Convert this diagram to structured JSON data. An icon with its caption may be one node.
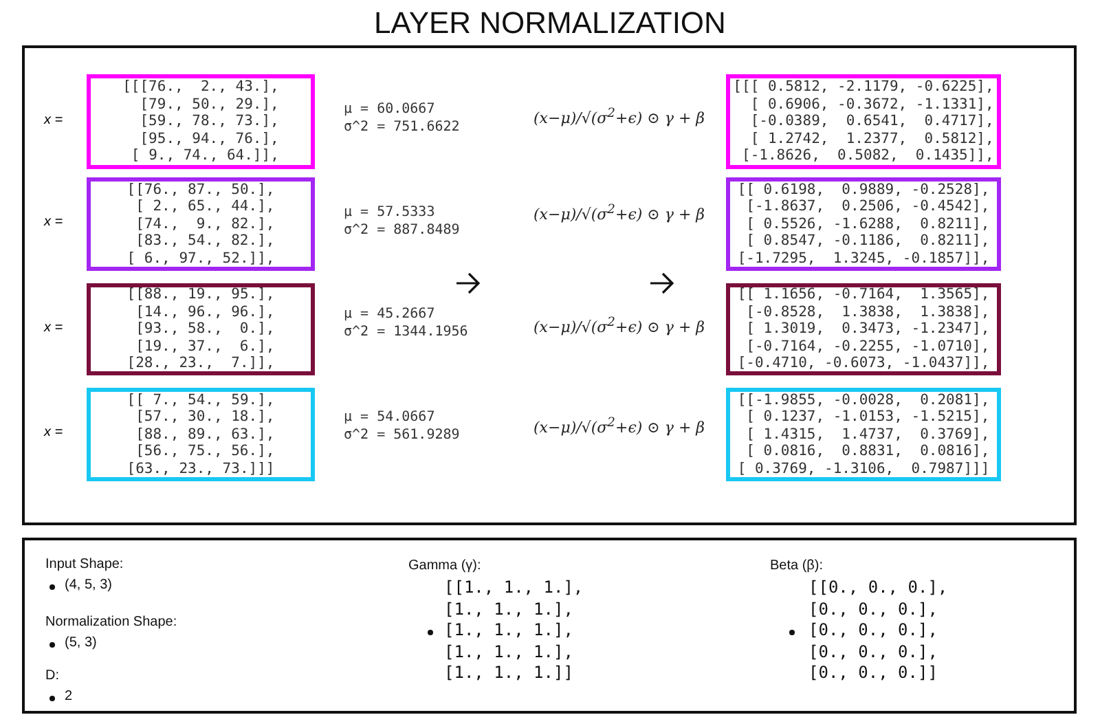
{
  "diagram": {
    "title": "LAYER NORMALIZATION",
    "nodes": [
      {
        "text": [
          "[[[76.,  2., 43.], [79., 50., 29.], [59., 78., 73.], [95., 94., 76.], [ 9., 74., 64.]],"
        ],
        "beside": [
          "x ="
        ]
      },
      {
        "text": [
          "[[76., 87., 50.], [ 2., 65., 44.], [74.,  9., 82.], [83., 54., 82.], [ 6., 97., 52.]],"
        ],
        "beside": [
          "x ="
        ]
      },
      {
        "text": [
          "[[88., 19., 95.], [14., 96., 96.], [93., 58.,  0.], [19., 37.,  6.], [28., 23.,  7.]],"
        ],
        "beside": [
          "x ="
        ]
      },
      {
        "text": [
          "[[ 7., 54., 59.], [57., 30., 18.], [88., 89., 63.], [56., 75., 56.], [63., 23., 73.]]]"
        ],
        "beside": [
          "x ="
        ]
      },
      {
        "text": [
          "[[[ 0.5812, -2.1179, -0.6225], [ 0.6906, -0.3672, -1.1331], [-0.0389,  0.6541,  0.4717], [ 1.2742,  1.2377,  0.5812], [-1.8626,  0.5082,  0.1435]],"
        ]
      },
      {
        "text": [
          "[[ 0.6198,  0.9889, -0.2528], [-1.8637,  0.2506, -0.4542], [ 0.5526, -1.6288,  0.8211], [ 0.8547, -0.1186,  0.8211], [-1.7295,  1.3245, -0.1857]],"
        ]
      },
      {
        "text": [
          "[[ 1.1656, -0.7164,  1.3565], [-0.8528,  1.3838,  1.3838], [ 1.3019,  0.3473, -1.2347], [-0.7164, -0.2255, -1.0710], [-0.4710, -0.6073, -1.0437]],"
        ]
      },
      {
        "text": [
          "[[-1.9855, -0.0028,  0.2081], [ 0.1237, -1.0153, -1.5215], [ 1.4315,  1.4737,  0.3769], [ 0.0816,  0.8831,  0.0816], [ 0.3769, -1.3106,  0.7987]]]"
        ]
      }
    ],
    "labels": [
      "μ = 60.0667",
      "σ^2 = 751.6622",
      "(x−μ)/√(σ$^{2}$+ϵ) ⊙ γ + β",
      "μ = 57.5333",
      "σ^2 = 887.8489",
      "(x−μ)/√(σ$^{2}$+ϵ) ⊙ γ + β",
      "μ = 45.2667",
      "σ^2 = 1344.1956",
      "(x−μ)/√(σ$^{2}$+ϵ) ⊙ γ + β",
      "μ = 54.0667",
      "σ^2 = 561.9289",
      "(x−μ)/√(σ$^{2}$+ϵ) ⊙ γ + β",
      "Input Shape:",
      "(4, 5, 3)",
      "Normalization Shape:",
      "(5, 3)",
      "D:",
      "2",
      "Gamma (γ):",
      "[[1., 1., 1.], [1., 1., 1.], [1., 1., 1.], [1., 1., 1.], [1., 1., 1.]]",
      "Beta (β):",
      "[[0., 0., 0.], [0., 0., 0.], [0., 0., 0.], [0., 0., 0.], [0., 0., 0.]]"
    ]
  }
}
